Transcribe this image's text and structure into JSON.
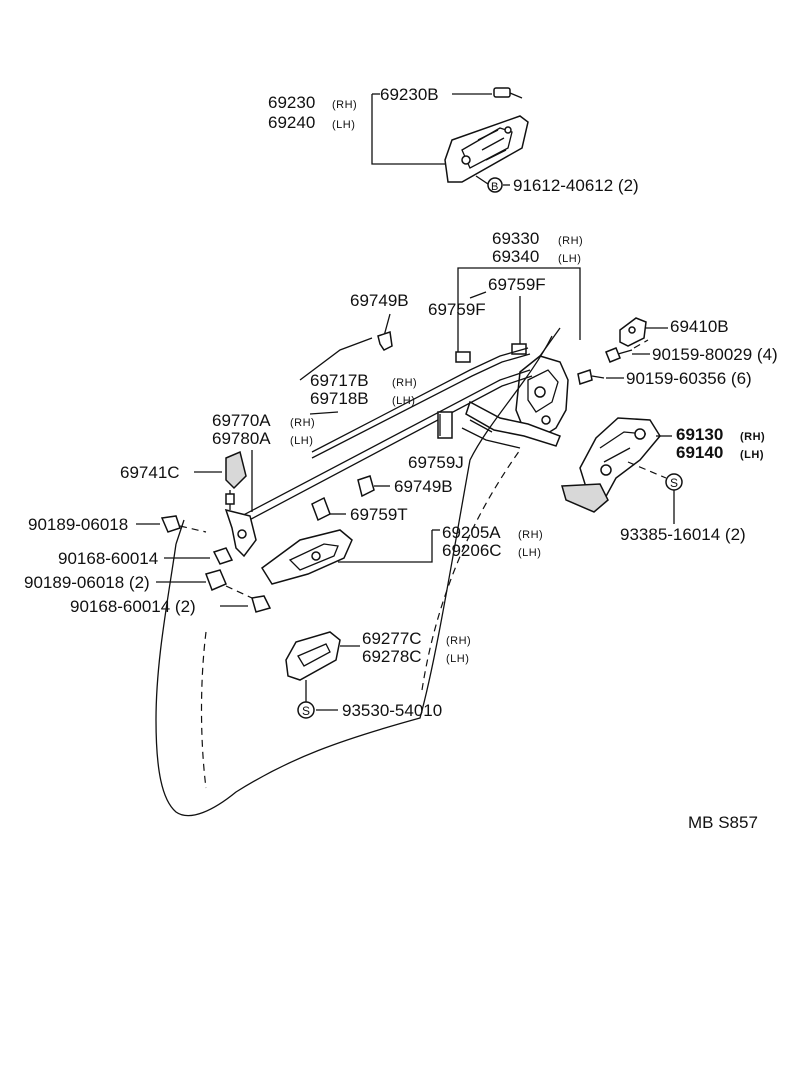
{
  "diagram": {
    "code": "MB  S857",
    "labels": {
      "p69230": "69230",
      "p69230_side": "(RH)",
      "p69240": "69240",
      "p69240_side": "(LH)",
      "p69230B": "69230B",
      "p91612": "91612-40612 (2)",
      "mark_b": "B",
      "p69330": "69330",
      "p69330_side": "(RH)",
      "p69340": "69340",
      "p69340_side": "(LH)",
      "p69759F_a": "69759F",
      "p69759F_b": "69759F",
      "p69749B_a": "69749B",
      "p69410B": "69410B",
      "p90159_80029": "90159-80029 (4)",
      "p90159_60356": "90159-60356 (6)",
      "p69717B": "69717B",
      "p69717B_side": "(RH)",
      "p69718B": "69718B",
      "p69718B_side": "(LH)",
      "p69770A": "69770A",
      "p69770A_side": "(RH)",
      "p69780A": "69780A",
      "p69780A_side": "(LH)",
      "p69130": "69130",
      "p69130_side": "(RH)",
      "p69140": "69140",
      "p69140_side": "(LH)",
      "p69741C": "69741C",
      "p69759J": "69759J",
      "p69749B_b": "69749B",
      "p93385": "93385-16014 (2)",
      "mark_s1": "S",
      "p90189_a": "90189-06018",
      "p69759T": "69759T",
      "p69205A": "69205A",
      "p69205A_side": "(RH)",
      "p69206C": "69206C",
      "p69206C_side": "(LH)",
      "p90168_a": "90168-60014",
      "p90189_b": "90189-06018 (2)",
      "p90168_b": "90168-60014 (2)",
      "p69277C": "69277C",
      "p69277C_side": "(RH)",
      "p69278C": "69278C",
      "p69278C_side": "(LH)",
      "p93530": "93530-54010",
      "mark_s2": "S"
    }
  }
}
